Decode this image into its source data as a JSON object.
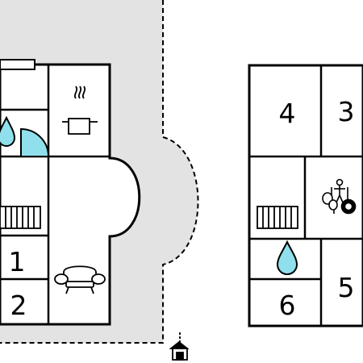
{
  "floor_plan": {
    "ground_floor": {
      "rooms": [
        {
          "number": "1"
        },
        {
          "number": "2"
        }
      ],
      "icons": [
        "bathroom-water-drop-icon",
        "kitchen-cooking-pot-icon",
        "radiator-heater-icon",
        "sofa-living-room-icon",
        "door-swing-icon"
      ]
    },
    "upper_floor": {
      "rooms": [
        {
          "number": "4"
        },
        {
          "number": "3"
        },
        {
          "number": "6"
        },
        {
          "number": "5"
        }
      ],
      "icons": [
        "game-room-table-tennis-football-billiards-icon",
        "radiator-heater-icon",
        "bathroom-water-drop-icon"
      ]
    },
    "entrance_icon": "house-entrance-arrow-icon",
    "colors": {
      "terrace": "#e3e3e3",
      "walls": "#000000",
      "water": "#8fe0ec",
      "background": "#ffffff"
    }
  }
}
